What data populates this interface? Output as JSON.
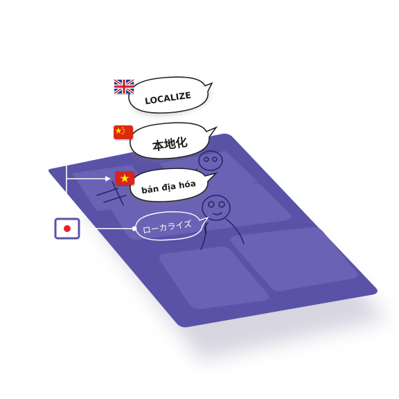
{
  "bubbles": [
    {
      "language": "English",
      "flag": "united-kingdom-flag",
      "text": "LOCALIZE"
    },
    {
      "language": "Chinese",
      "flag": "china-flag",
      "text": "本地化"
    },
    {
      "language": "Vietnamese",
      "flag": "vietnam-flag",
      "text": "bản địa hóa"
    },
    {
      "language": "Japanese",
      "flag": "japan-flag",
      "text": "ローカライズ"
    }
  ],
  "colors": {
    "board": "#5a52a6",
    "panel": "#6a62b4",
    "bubble": "#ffffff",
    "uk_blue": "#1e3f8a",
    "uk_red": "#cf1f2e",
    "china_red": "#de2910",
    "china_yellow": "#ffde00",
    "vietnam_red": "#da251d",
    "vietnam_yellow": "#ffef00",
    "japan_red": "#e8202a"
  }
}
